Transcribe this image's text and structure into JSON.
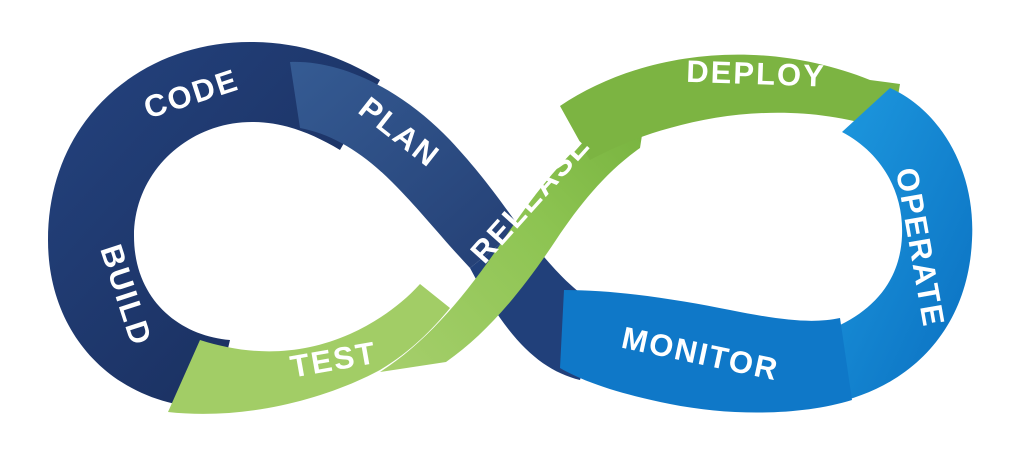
{
  "diagram": {
    "stages": [
      {
        "id": "code",
        "label": "CODE",
        "color": "#1f3b73"
      },
      {
        "id": "plan",
        "label": "PLAN",
        "color": "#2d5188"
      },
      {
        "id": "build",
        "label": "BUILD",
        "color": "#1b2f63"
      },
      {
        "id": "test",
        "label": "TEST",
        "color": "#9bc95b"
      },
      {
        "id": "release",
        "label": "RELEASE",
        "color": "#8bc34a"
      },
      {
        "id": "deploy",
        "label": "DEPLOY",
        "color": "#7cb342"
      },
      {
        "id": "operate",
        "label": "OPERATE",
        "color": "#1c93d6"
      },
      {
        "id": "monitor",
        "label": "MONITOR",
        "color": "#0f78c8"
      }
    ]
  }
}
